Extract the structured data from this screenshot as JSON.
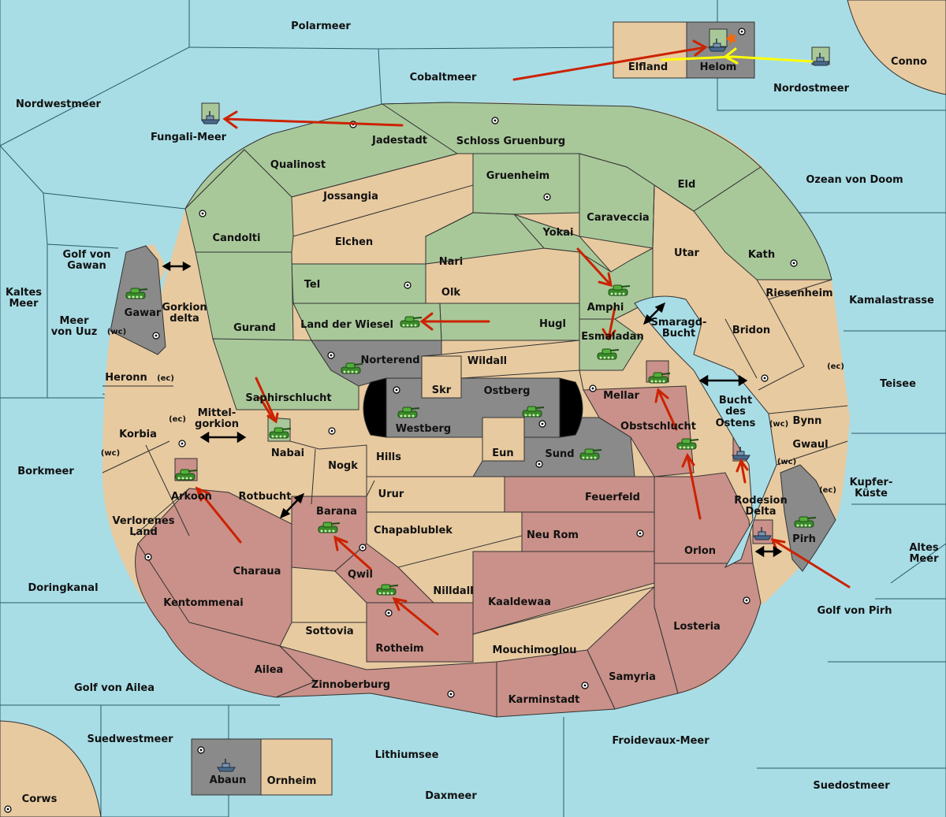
{
  "colors": {
    "sea": "#a9dde6",
    "neutral": "#e8caa0",
    "green": "#a9c89a",
    "red": "#c99189",
    "gray": "#8a8a8a",
    "black": "#000000",
    "attack_arrow": "#cc2200",
    "support_arrow": "#ffff00"
  },
  "seas": {
    "polarmeer": "Polarmeer",
    "cobaltmeer": "Cobaltmeer",
    "conno": "Conno",
    "nordwestmeer": "Nordwestmeer",
    "fungali": "Fungali-Meer",
    "nordostmeer": "Nordostmeer",
    "ozean_doom": "Ozean von Doom",
    "golf_gawan_1": "Golf von",
    "golf_gawan_2": "Gawan",
    "kaltes_1": "Kaltes",
    "kaltes_2": "Meer",
    "meer_uuz_1": "Meer",
    "meer_uuz_2": "von Uuz",
    "gorkion_1": "Gorkion",
    "gorkion_2": "delta",
    "kamalastrasse": "Kamalastrasse",
    "smaragd_1": "Smaragd-",
    "smaragd_2": "Bucht",
    "teisee": "Teisee",
    "bucht_ostens_1": "Bucht",
    "bucht_ostens_2": "des",
    "bucht_ostens_3": "Ostens",
    "mittel_1": "Mittel-",
    "mittel_2": "gorkion",
    "borkmeer": "Borkmeer",
    "kupfer_1": "Kupfer-",
    "kupfer_2": "Küste",
    "rotbucht": "Rotbucht",
    "rodesion_1": "Rodesion",
    "rodesion_2": "Delta",
    "altes_1": "Altes",
    "altes_2": "Meer",
    "doringkanal": "Doringkanal",
    "golf_pirh": "Golf von Pirh",
    "golf_ailea": "Golf von Ailea",
    "suedwestmeer": "Suedwestmeer",
    "lithiumsee": "Lithiumsee",
    "froidevaux": "Froidevaux-Meer",
    "suedostmeer": "Suedostmeer",
    "daxmeer": "Daxmeer",
    "corws": "Corws"
  },
  "provinces": {
    "elfland": "Elfland",
    "helom": "Helom",
    "jadestadt": "Jadestadt",
    "schloss": "Schloss Gruenburg",
    "qualinost": "Qualinost",
    "jossangia": "Jossangia",
    "gruenheim": "Gruenheim",
    "eld": "Eld",
    "candolti": "Candolti",
    "caraveccia": "Caraveccia",
    "elchen": "Elchen",
    "yokai": "Yokai",
    "nari": "Nari",
    "utar": "Utar",
    "kath": "Kath",
    "tel": "Tel",
    "olk": "Olk",
    "amphi": "Amphi",
    "riesenheim": "Riesenheim",
    "gawar": "Gawar",
    "gurand": "Gurand",
    "land_wiesel": "Land der Wiesel",
    "hugl": "Hugl",
    "bridon": "Bridon",
    "esmaladan": "Esmaladan",
    "norterend": "Norterend",
    "wildall": "Wildall",
    "heronn": "Heronn",
    "skr": "Skr",
    "ostberg": "Ostberg",
    "mellar": "Mellar",
    "saphir": "Saphirschlucht",
    "westberg": "Westberg",
    "obstschlucht": "Obstschlucht",
    "bynn": "Bynn",
    "korbia": "Korbia",
    "nabai": "Nabai",
    "eun": "Eun",
    "sund": "Sund",
    "gwaul": "Gwaul",
    "hills": "Hills",
    "nogk": "Nogk",
    "arkoon": "Arkoon",
    "urur": "Urur",
    "feuerfeld": "Feuerfeld",
    "barana": "Barana",
    "verlorenes_1": "Verlorenes",
    "verlorenes_2": "Land",
    "chapablublek": "Chapablublek",
    "neu_rom": "Neu Rom",
    "pirh": "Pirh",
    "charaua": "Charaua",
    "orlon": "Orlon",
    "qwil": "Qwil",
    "nilldall": "Nilldall",
    "kaaldewaa": "Kaaldewaa",
    "kentommenai": "Kentommenai",
    "sottovia": "Sottovia",
    "losteria": "Losteria",
    "rotheim": "Rotheim",
    "mouchimoglou": "Mouchimoglou",
    "ailea": "Ailea",
    "samyria": "Samyria",
    "zinnoberburg": "Zinnoberburg",
    "karminstadt": "Karminstadt",
    "abaun": "Abaun",
    "ornheim": "Ornheim"
  },
  "coasts": {
    "wc": "(wc)",
    "ec": "(ec)"
  }
}
